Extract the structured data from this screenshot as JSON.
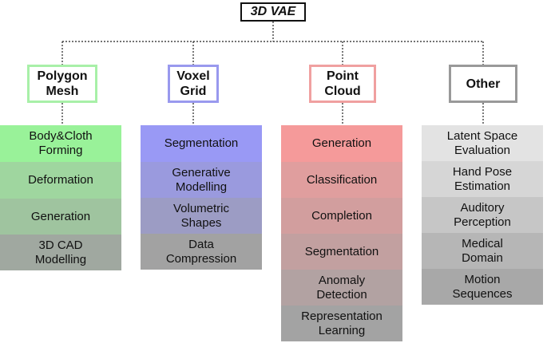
{
  "root": {
    "title": "3D VAE"
  },
  "categories": [
    {
      "title": [
        "Polygon",
        "Mesh"
      ],
      "border": "#a8f0a8",
      "items": [
        {
          "lines": [
            "Body&Cloth",
            "Forming"
          ],
          "color": "#99f299"
        },
        {
          "lines": [
            "Deformation"
          ],
          "color": "#9fd69f"
        },
        {
          "lines": [
            "Generation"
          ],
          "color": "#9fc49f"
        },
        {
          "lines": [
            "3D CAD",
            "Modelling"
          ],
          "color": "#a0a8a0"
        }
      ]
    },
    {
      "title": [
        "Voxel",
        "Grid"
      ],
      "border": "#9999ee",
      "items": [
        {
          "lines": [
            "Segmentation"
          ],
          "color": "#9999f5"
        },
        {
          "lines": [
            "Generative",
            "Modelling"
          ],
          "color": "#9a9ade"
        },
        {
          "lines": [
            "Volumetric",
            "Shapes"
          ],
          "color": "#9c9cc4"
        },
        {
          "lines": [
            "Data",
            "Compression"
          ],
          "color": "#a2a2a2"
        }
      ]
    },
    {
      "title": [
        "Point",
        "Cloud"
      ],
      "border": "#f0a0a0",
      "items": [
        {
          "lines": [
            "Generation"
          ],
          "color": "#f59a9a"
        },
        {
          "lines": [
            "Classification"
          ],
          "color": "#e09e9e"
        },
        {
          "lines": [
            "Completion"
          ],
          "color": "#d29e9e"
        },
        {
          "lines": [
            "Segmentation"
          ],
          "color": "#c2a0a0"
        },
        {
          "lines": [
            "Anomaly",
            "Detection"
          ],
          "color": "#b2a2a2"
        },
        {
          "lines": [
            "Representation",
            "Learning"
          ],
          "color": "#a3a3a3"
        }
      ]
    },
    {
      "title": [
        "Other"
      ],
      "border": "#999999",
      "items": [
        {
          "lines": [
            "Latent Space",
            "Evaluation"
          ],
          "color": "#e3e3e3"
        },
        {
          "lines": [
            "Hand Pose",
            "Estimation"
          ],
          "color": "#d6d6d6"
        },
        {
          "lines": [
            "Auditory",
            "Perception"
          ],
          "color": "#c6c6c6"
        },
        {
          "lines": [
            "Medical",
            "Domain"
          ],
          "color": "#b6b6b6"
        },
        {
          "lines": [
            "Motion",
            "Sequences"
          ],
          "color": "#a8a8a8"
        }
      ]
    }
  ]
}
